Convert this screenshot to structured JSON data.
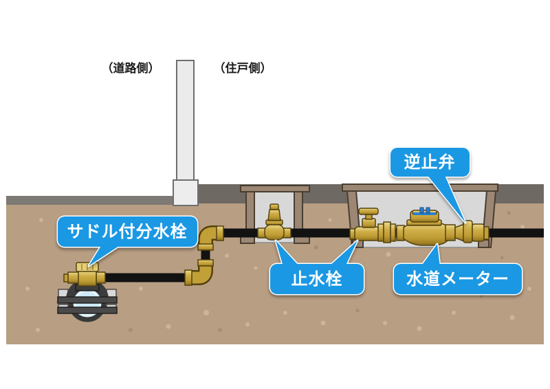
{
  "scene": {
    "side_labels": {
      "road": "（道路側）",
      "house": "（住戸側）"
    },
    "callouts": {
      "saddle_tap": {
        "label": "サドル付分水栓"
      },
      "stop_valve": {
        "label": "止水栓"
      },
      "water_meter": {
        "label": "水道メーター"
      },
      "check_valve": {
        "label": "逆止弁"
      }
    },
    "colors": {
      "callout_blue": "#1b98e3",
      "brass": "#c9a743",
      "soil": "#b89e83",
      "road_gray": "#7d7974",
      "surface_gray": "#6e6963",
      "pipe_black": "#121212",
      "water_blue": "#cfeaf8",
      "box_wall": "#9b8774",
      "box_interior": "#d8d8d8",
      "post_gray": "#ededed",
      "meter_lid_blue": "#2b7fd0"
    }
  }
}
